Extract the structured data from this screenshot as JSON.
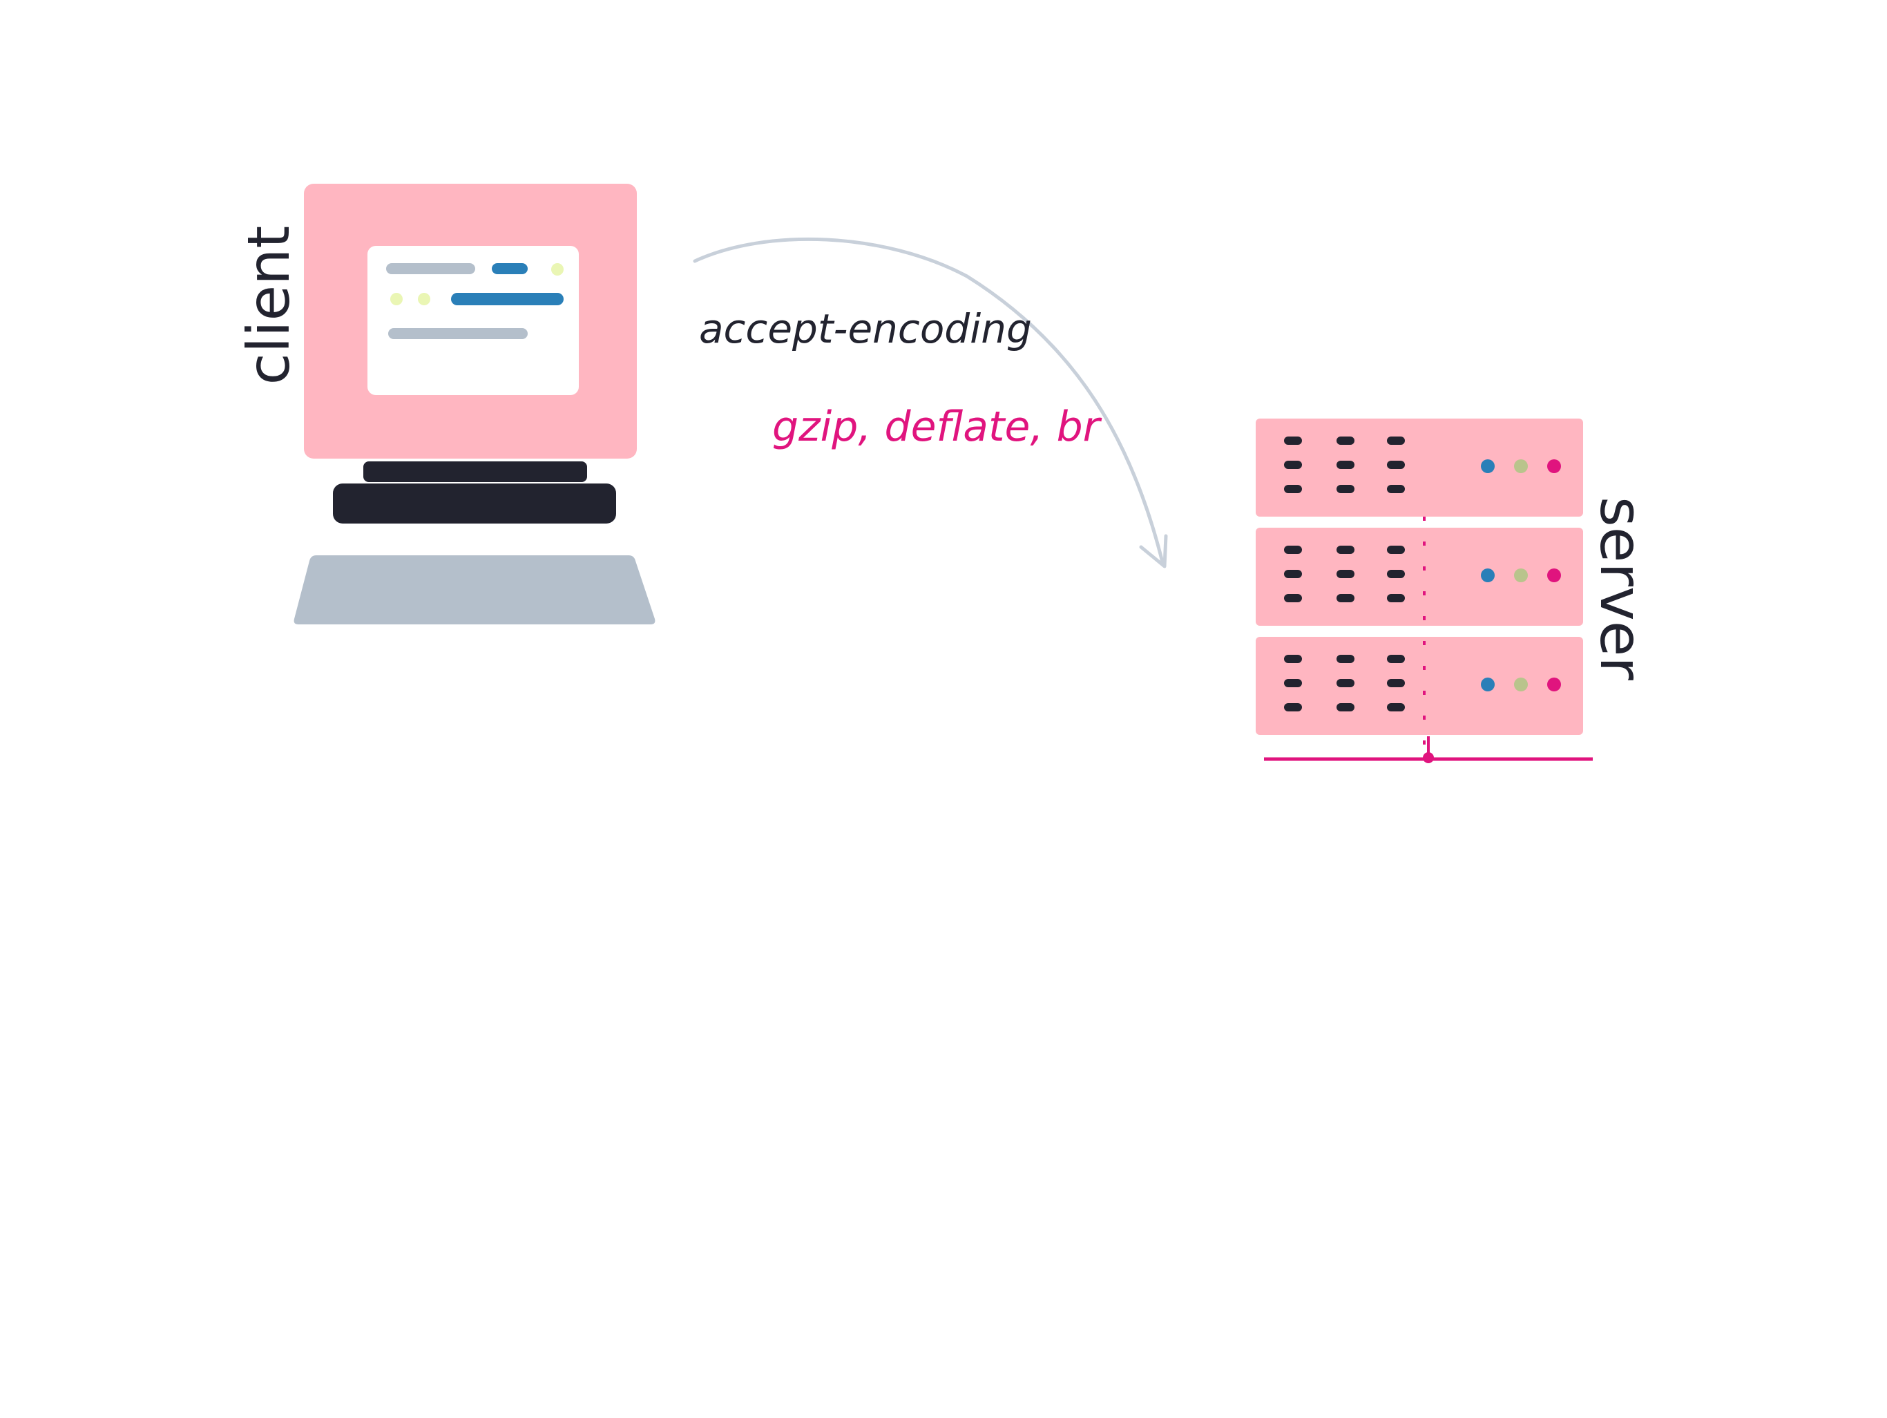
{
  "labels": {
    "client": "client",
    "server": "server",
    "header_name": "accept-encoding",
    "header_value": "gzip, deflate, br"
  },
  "colors": {
    "background": "#ffffff",
    "device_pink": "#ffb6c1",
    "screen_white": "#ffffff",
    "dark": "#22232f",
    "gray": "#b4bfcb",
    "blue": "#2a7fb8",
    "yellow_green": "#eaf6b4",
    "olive": "#b9c48c",
    "magenta": "#e0147e",
    "arrow": "#c8d0da"
  },
  "icons": {
    "client": "computer-icon",
    "server": "server-rack-icon",
    "arrow": "curved-arrow-icon"
  },
  "server": {
    "units": 3
  }
}
